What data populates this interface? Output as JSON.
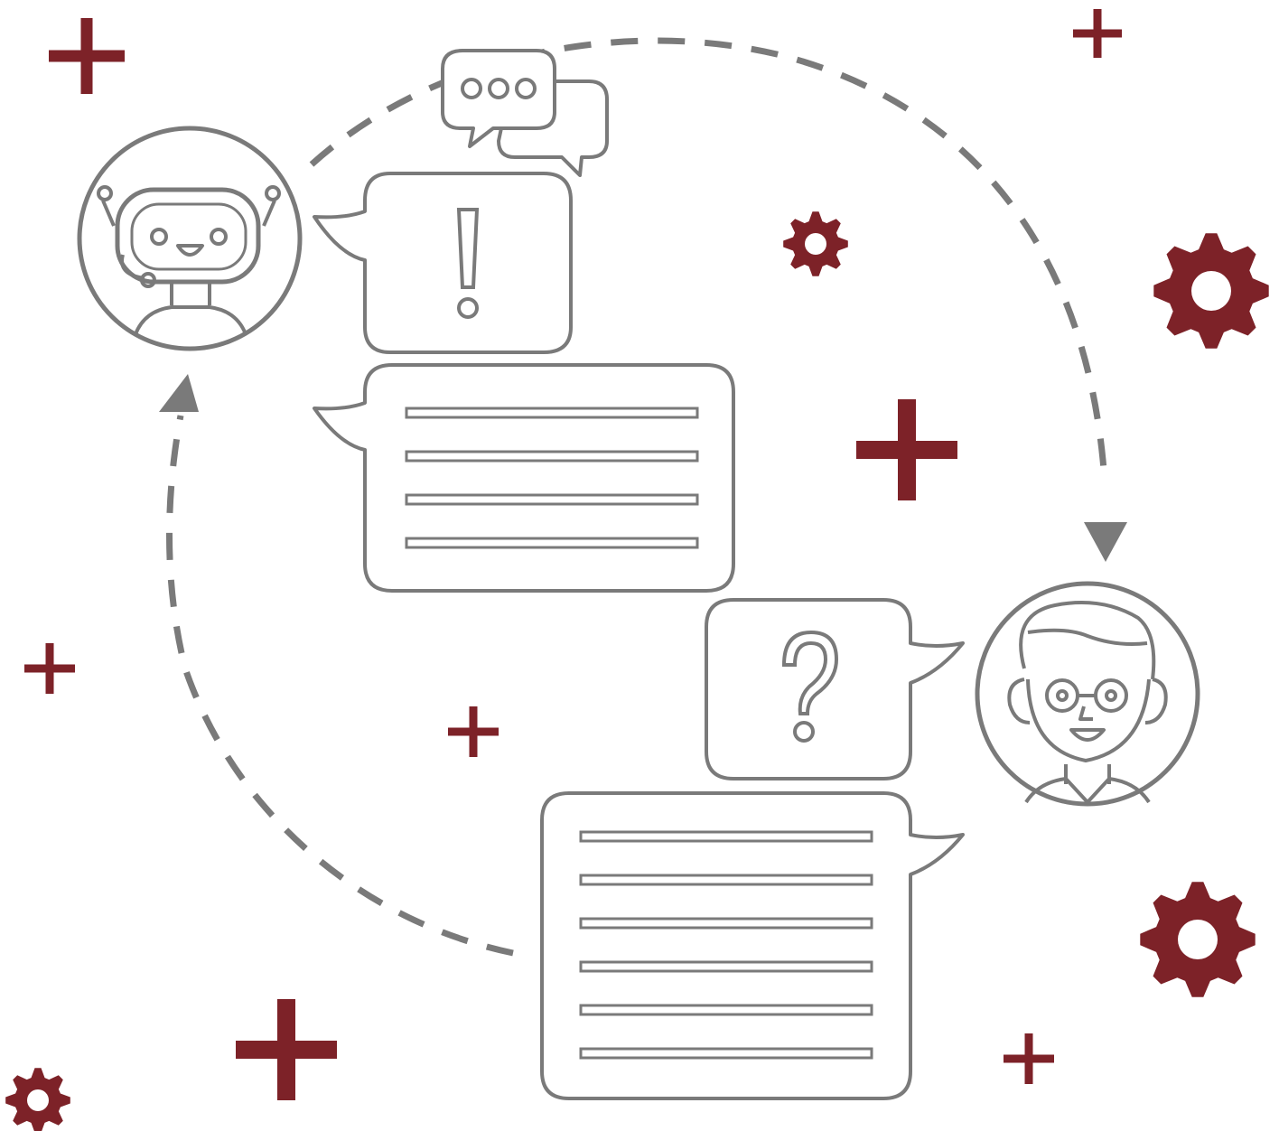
{
  "palette": {
    "line": "#7a7a7a",
    "accent": "#7d2228",
    "background": "#ffffff"
  },
  "illustration": {
    "subject": "chatbot-conversation",
    "bot_bubble_symbol": "!",
    "human_bubble_symbol": "?",
    "bot_message_lines": 4,
    "human_message_lines": 6,
    "icons": [
      "robot-avatar-icon",
      "person-avatar-icon",
      "typing-dots-icon",
      "gear-icon",
      "plus-icon",
      "cycle-arrow-icon"
    ]
  }
}
